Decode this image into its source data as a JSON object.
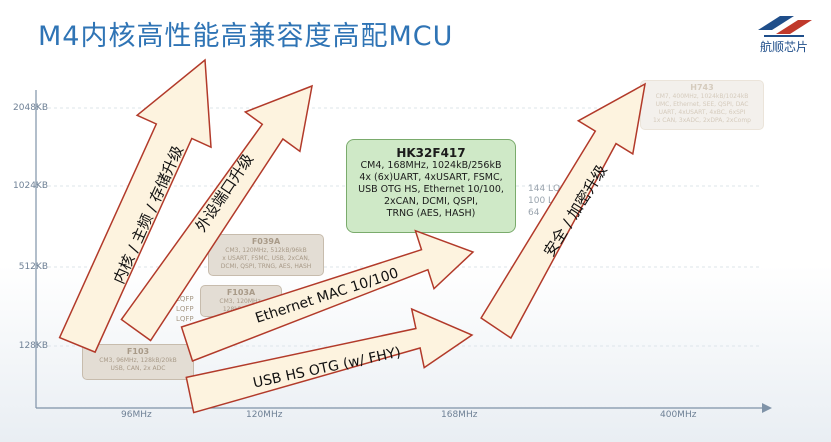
{
  "title": "M4内核高性能高兼容度高配MCU",
  "logo": {
    "text": "航顺芯片",
    "mark": "hk-logo-icon"
  },
  "y_axis": [
    "2048KB",
    "1024KB",
    "512KB",
    "128KB"
  ],
  "x_axis": [
    "96MHz",
    "120MHz",
    "168MHz",
    "400MHz"
  ],
  "chips": {
    "f103": {
      "name": "F103",
      "lines": [
        "CM3, 96MHz, 128kB/20kB",
        "USB, CAN, 2x ADC"
      ]
    },
    "f103a": {
      "name": "F103A",
      "lines": [
        "CM3, 120MHz, 128kB/20kB"
      ]
    },
    "f039a": {
      "name": "F039A",
      "lines": [
        "CM3, 120MHz, 512kB/96kB",
        "x USART, FSMC, USB, 2xCAN,",
        "DCMI, QSPI, TRNG, AES, HASH"
      ]
    },
    "h7": {
      "name": "H743",
      "lines": [
        "CM7, 400MHz, 1024kB/1024kB",
        "UMC, Ethernet, SEE, QSPI, DAC",
        "UART, 4xUSART, 4xBC, 6xSPI",
        "1x CAN, 3xADC, 2xDPA, 2xComp"
      ]
    },
    "lqfp": [
      "LQFP",
      "LQFP",
      "LQFP"
    ],
    "partial": [
      "144 LQ",
      "100 LQ",
      "64"
    ]
  },
  "main_chip": {
    "name": "HK32F417",
    "lines": [
      "CM4, 168MHz, 1024kB/256kB",
      "4x (6x)UART, 4xUSART, FSMC,",
      "USB OTG HS, Ethernet 10/100,",
      "2xCAN, DCMI, QSPI,",
      "TRNG (AES, HASH)"
    ]
  },
  "arrows": {
    "core": "内核 / 主频 / 存储升级",
    "peripheral": "外设端口升级",
    "security": "安全 / 加密升级",
    "ethernet": "Ethernet MAC 10/100",
    "usb": "USB HS OTG (w/ FHY)"
  },
  "colors": {
    "arrow_fill": "#fdf3df",
    "arrow_stroke": "#b23a2a",
    "title": "#2f74b5",
    "main_fill": "#cfe9c7"
  }
}
